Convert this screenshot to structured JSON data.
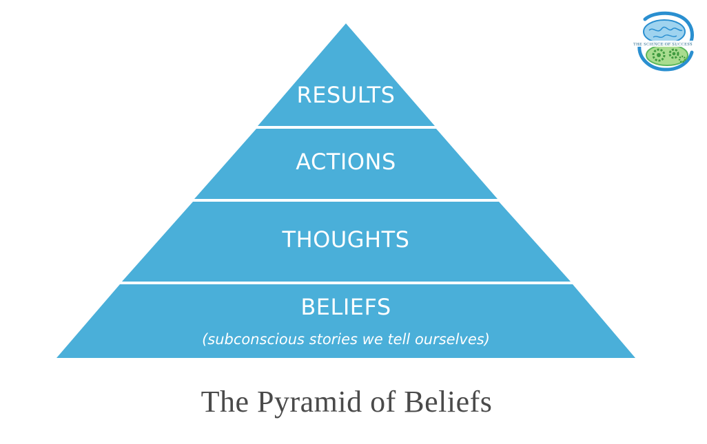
{
  "diagram": {
    "tiers": [
      {
        "label": "RESULTS"
      },
      {
        "label": "ACTIONS"
      },
      {
        "label": "THOUGHTS"
      },
      {
        "label": "BELIEFS",
        "sublabel": "(subconscious stories we tell ourselves)"
      }
    ],
    "caption": "The Pyramid of Beliefs",
    "colors": {
      "tier_fill": "#4aafd9",
      "divider": "#ffffff",
      "caption_text": "#4a4a4a"
    }
  },
  "logo": {
    "text": "THE SCIENCE OF SUCCESS",
    "icons": [
      "brain-icon",
      "gears-icon"
    ],
    "colors": {
      "blue": "#2a8fd0",
      "green": "#5cb85c"
    }
  }
}
